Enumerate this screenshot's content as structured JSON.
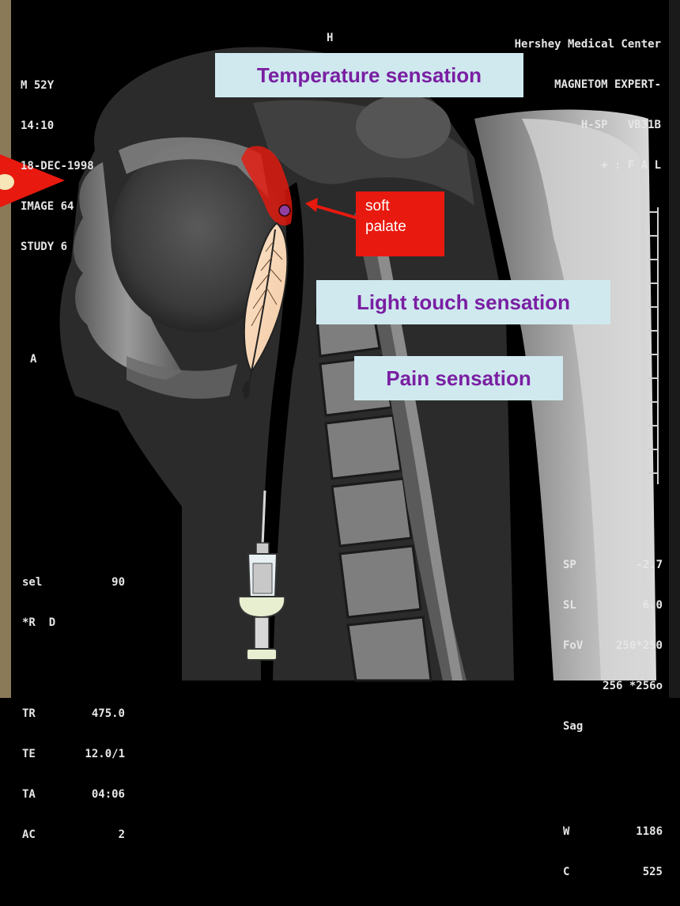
{
  "header_left": {
    "line1": "M 52Y",
    "line2": "14:10",
    "line3": "18-DEC-1998",
    "line4": "IMAGE 64",
    "line5": "STUDY 6"
  },
  "header_right": {
    "line1": "Hershey Medical Center",
    "line2": "MAGNETOM EXPERT-",
    "line3": "H-SP   VB31B",
    "line4": "+ : F A L"
  },
  "orientation": {
    "top": "H",
    "left": "A"
  },
  "labels": {
    "temperature": "Temperature sensation",
    "light_touch": "Light touch sensation",
    "pain": "Pain sensation"
  },
  "callout": {
    "line1": "soft",
    "line2": "palate"
  },
  "params_left": {
    "sel_key": "sel",
    "sel_val": "90",
    "r_key": "*R",
    "r_val": "D",
    "tr_key": "TR",
    "tr_val": "475.0",
    "te_key": "TE",
    "te_val": "12.0/1",
    "ta_key": "TA",
    "ta_val": "04:06",
    "ac_key": "AC",
    "ac_val": "2"
  },
  "params_right": {
    "sp_key": "SP",
    "sp_val": "-2.7",
    "sl_key": "SL",
    "sl_val": "6.0",
    "fov_key": "FoV",
    "fov_val": "250*250",
    "matrix": "256 *256o",
    "plane": "Sag",
    "w_key": "W",
    "w_val": "1186",
    "c_key": "C",
    "c_val": "525"
  },
  "colors": {
    "label_bg": "#cfe9ef",
    "label_text": "#7a1fa2",
    "callout_bg": "#e8190e",
    "palate_highlight": "#e8190e",
    "palate_dot": "#8e3fa0"
  },
  "icons": [
    "feather-icon",
    "syringe-icon",
    "pointer-arrow-icon"
  ]
}
